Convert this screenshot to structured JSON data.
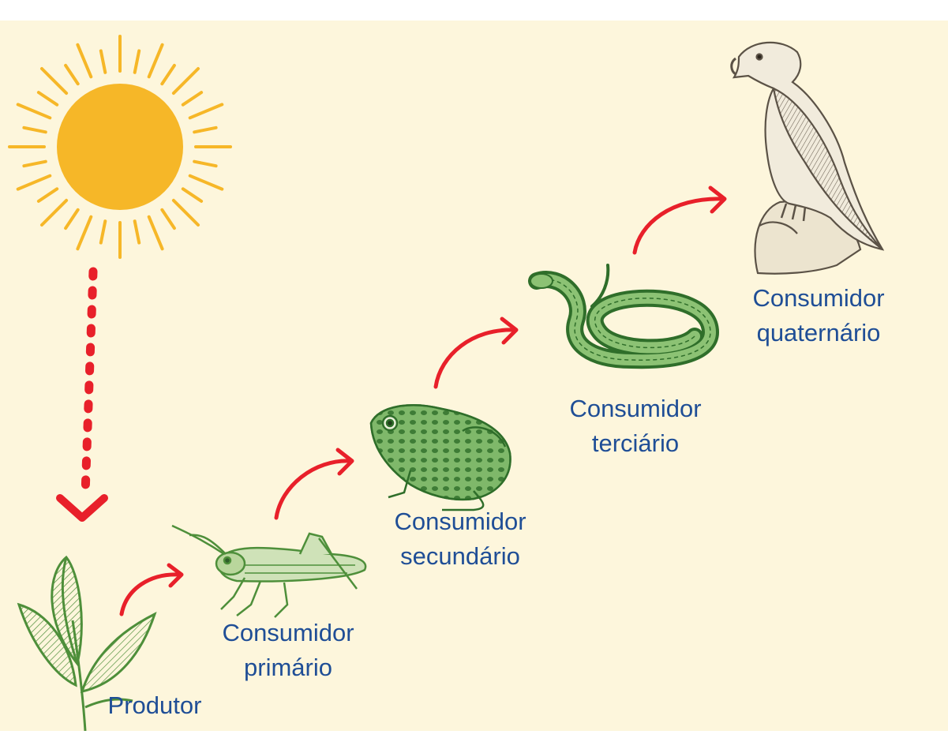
{
  "colors": {
    "background": "#fdf6dc",
    "sun": "#f6b728",
    "arrow": "#e8202a",
    "label_text": "#1f4e96",
    "organism_green": "#4e8f3a",
    "hawk": "#5b5246"
  },
  "icons": {
    "sun": "sun-icon",
    "plant": "plant-icon",
    "grasshopper": "grasshopper-icon",
    "frog": "frog-icon",
    "snake": "snake-icon",
    "hawk": "hawk-icon"
  },
  "labels": {
    "produtor": {
      "line1": "Produtor"
    },
    "primario": {
      "line1": "Consumidor",
      "line2": "primário"
    },
    "secundario": {
      "line1": "Consumidor",
      "line2": "secundário"
    },
    "terciario": {
      "line1": "Consumidor",
      "line2": "terciário"
    },
    "quaternario": {
      "line1": "Consumidor",
      "line2": "quaternário"
    }
  }
}
